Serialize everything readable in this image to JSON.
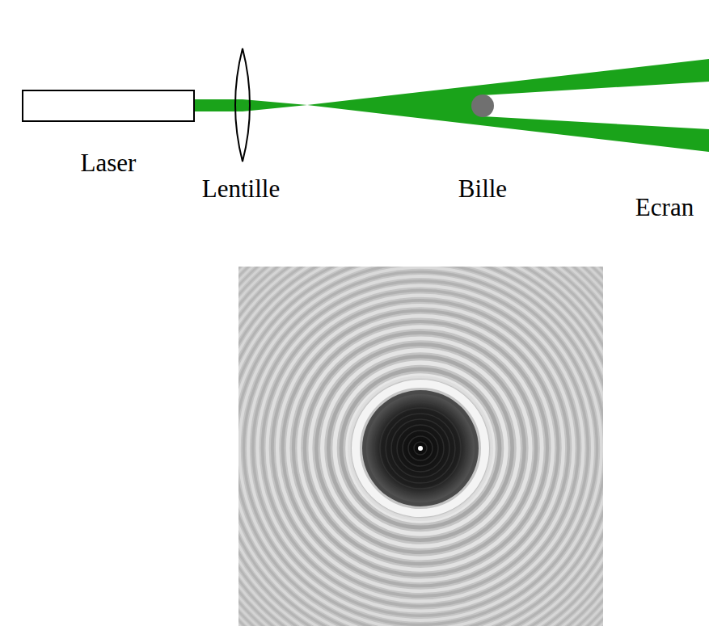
{
  "diagram": {
    "labels": [
      "Laser",
      "Lentille",
      "Bille",
      "Ecran"
    ]
  }
}
